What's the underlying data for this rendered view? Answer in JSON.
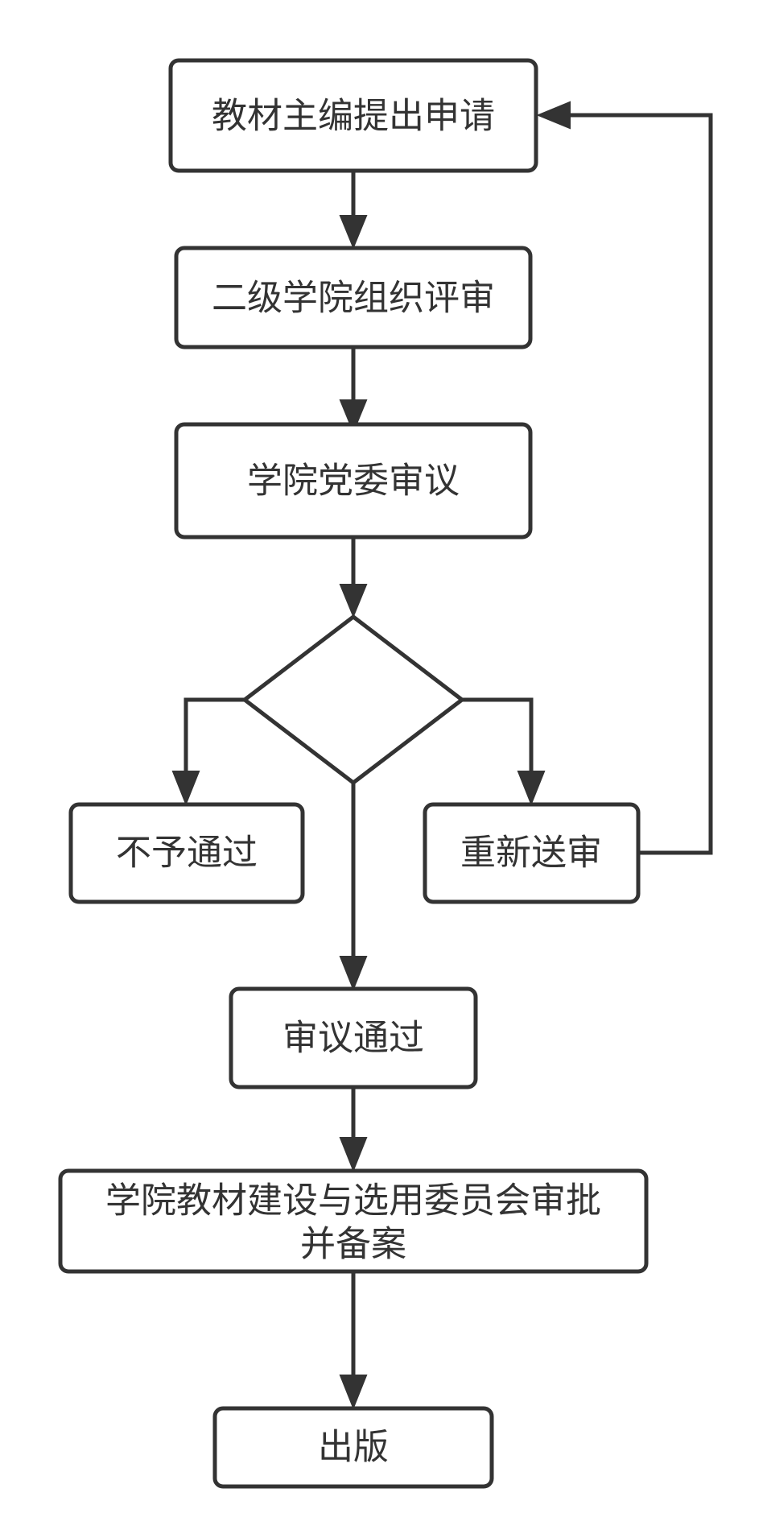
{
  "diagram": {
    "type": "flowchart",
    "nodes": {
      "apply": {
        "label": "教材主编提出申请"
      },
      "review": {
        "label": "二级学院组织评审"
      },
      "committee": {
        "label": "学院党委审议"
      },
      "decision": {
        "label": ""
      },
      "reject": {
        "label": "不予通过"
      },
      "resubmit": {
        "label": "重新送审"
      },
      "approved": {
        "label": "审议通过"
      },
      "record_line1": {
        "label": "学院教材建设与选用委员会审批"
      },
      "record_line2": {
        "label": "并备案"
      },
      "publish": {
        "label": "出版"
      }
    },
    "edges": [
      {
        "from": "apply",
        "to": "review"
      },
      {
        "from": "review",
        "to": "committee"
      },
      {
        "from": "committee",
        "to": "decision"
      },
      {
        "from": "decision",
        "to": "reject"
      },
      {
        "from": "decision",
        "to": "resubmit"
      },
      {
        "from": "decision",
        "to": "approved"
      },
      {
        "from": "resubmit",
        "to": "apply"
      },
      {
        "from": "approved",
        "to": "record"
      },
      {
        "from": "record",
        "to": "publish"
      }
    ]
  },
  "colors": {
    "stroke": "#333333",
    "background": "#ffffff"
  }
}
